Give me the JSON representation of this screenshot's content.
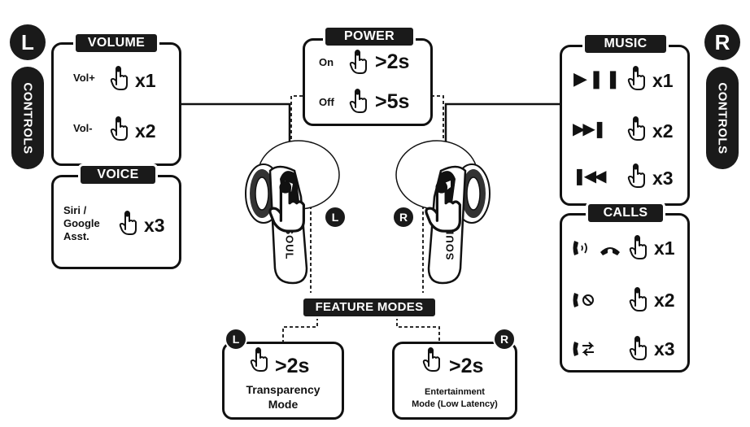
{
  "left_badge": "L",
  "right_badge": "R",
  "left_tab": "CONTROLS",
  "right_tab": "CONTROLS",
  "volume": {
    "title": "VOLUME",
    "rows": [
      {
        "label": "Vol+",
        "mult": "x1"
      },
      {
        "label": "Vol-",
        "mult": "x2"
      }
    ]
  },
  "voice": {
    "title": "VOICE",
    "label_line1": "Siri /",
    "label_line2": "Google",
    "label_line3": "Asst.",
    "mult": "x3"
  },
  "power": {
    "title": "POWER",
    "rows": [
      {
        "label": "On",
        "duration": ">2s"
      },
      {
        "label": "Off",
        "duration": ">5s"
      }
    ]
  },
  "music": {
    "title": "MUSIC",
    "rows": [
      {
        "icon": "play-pause-icon",
        "mult": "x1"
      },
      {
        "icon": "next-track-icon",
        "mult": "x2"
      },
      {
        "icon": "previous-track-icon",
        "mult": "x3"
      }
    ]
  },
  "calls": {
    "title": "CALLS",
    "rows": [
      {
        "icon": "answer-end-call-icon",
        "mult": "x1"
      },
      {
        "icon": "reject-call-icon",
        "mult": "x2"
      },
      {
        "icon": "switch-call-icon",
        "mult": "x3"
      }
    ]
  },
  "feature_modes": {
    "title": "FEATURE MODES",
    "left": {
      "badge": "L",
      "duration": ">2s",
      "line1": "Transparency",
      "line2": "Mode"
    },
    "right": {
      "badge": "R",
      "duration": ">2s",
      "line1": "Entertainment",
      "line2": "Mode (Low Latency)"
    }
  },
  "earbud_left_badge": "L",
  "earbud_right_badge": "R",
  "earbud_brand": "SOUL",
  "colors": {
    "ink": "#111111",
    "fill": "#1a1a1a",
    "paper": "#ffffff"
  }
}
